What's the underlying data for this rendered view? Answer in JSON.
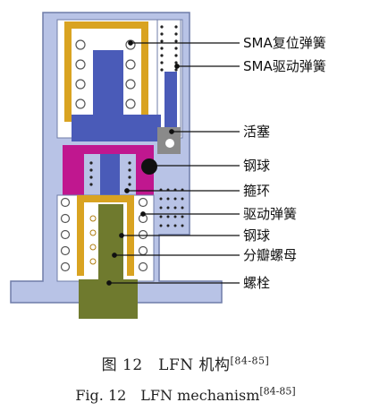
{
  "labels": {
    "sma_reset_spring": "SMA复位弹簧",
    "sma_drive_spring": "SMA驱动弹簧",
    "piston": "活塞",
    "steel_ball_1": "钢球",
    "hoop": "箍环",
    "drive_spring": "驱动弹簧",
    "steel_ball_2": "钢球",
    "split_nut": "分瓣螺母",
    "bolt": "螺栓"
  },
  "caption": {
    "cn_main": "图 12　LFN 机构",
    "cn_ref": "[84-85]",
    "en_main": "Fig. 12　LFN mechanism",
    "en_ref": "[84-85]"
  },
  "colors": {
    "housing": "#b8c3e6",
    "housing_line": "#6f7ca8",
    "plunger": "#4a5bb8",
    "sma_frame": "#d9a321",
    "magenta": "#c0178f",
    "olive": "#6f7a2e",
    "piston": "#8a8a8a",
    "ball": "#111111"
  }
}
